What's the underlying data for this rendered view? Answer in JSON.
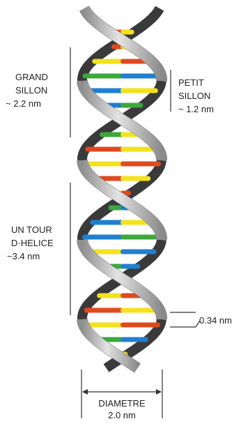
{
  "labels": {
    "major_groove": {
      "line1": "GRAND",
      "line2": "SILLON",
      "line3": "~ 2.2 nm"
    },
    "minor_groove": {
      "line1": "PETIT",
      "line2": "SILLON",
      "line3": "~ 1.2 nm"
    },
    "helix_turn": {
      "line1": "UN TOUR",
      "line2": "D·HELICE",
      "line3": "~3.4 nm"
    },
    "base_rise": "0.34 nm",
    "diameter": {
      "line1": "DIAMETRE",
      "line2": "2.0 nm"
    }
  },
  "colors": {
    "backbone_front": "#b9b9b9",
    "backbone_back": "#3a3a3a",
    "base_red": "#e0491f",
    "base_yellow": "#f3e21c",
    "base_blue": "#1f7fd0",
    "base_green": "#3aa83a"
  },
  "base_pairs": [
    [
      "red",
      "yellow"
    ],
    [
      "red",
      "yellow"
    ],
    [
      "yellow",
      "red"
    ],
    [
      "green",
      "blue"
    ],
    [
      "blue",
      "yellow"
    ],
    [
      "blue",
      "green"
    ],
    [
      "yellow",
      "blue"
    ],
    [
      "green",
      "yellow"
    ],
    [
      "red",
      "yellow"
    ],
    [
      "yellow",
      "red"
    ],
    [
      "red",
      "yellow"
    ],
    [
      "yellow",
      "red"
    ],
    [
      "green",
      "blue"
    ],
    [
      "blue",
      "yellow"
    ],
    [
      "blue",
      "green"
    ],
    [
      "yellow",
      "blue"
    ],
    [
      "green",
      "blue"
    ],
    [
      "red",
      "yellow"
    ],
    [
      "yellow",
      "red"
    ],
    [
      "red",
      "yellow"
    ],
    [
      "yellow",
      "red"
    ],
    [
      "green",
      "blue"
    ],
    [
      "blue",
      "yellow"
    ],
    [
      "yellow",
      "blue"
    ]
  ]
}
